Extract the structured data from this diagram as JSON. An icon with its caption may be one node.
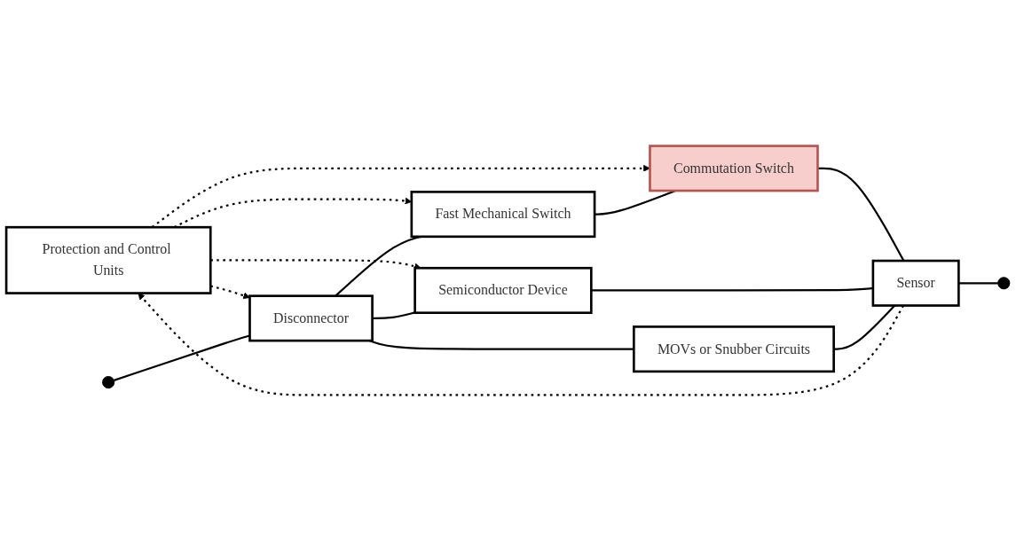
{
  "diagram": {
    "nodes": [
      {
        "text": [
          "Protection and Control Units"
        ]
      },
      {
        "text": [
          "Disconnector"
        ]
      },
      {
        "text": [
          "Fast Mechanical Switch"
        ]
      },
      {
        "text": [
          "Commutation Switch"
        ]
      },
      {
        "text": [
          "Sensor"
        ]
      },
      {
        "text": [
          "Semiconductor Device"
        ]
      },
      {
        "text": [
          "MOVs or Snubber Circuits"
        ]
      },
      {
        "text": [],
        "shape": "circle"
      },
      {
        "text": [],
        "shape": "circle"
      }
    ],
    "edges": [
      {
        "from": 0,
        "to": 1,
        "arrow": "to",
        "style": "dashed"
      },
      {
        "from": 0,
        "to": 2,
        "arrow": "to",
        "style": "dashed"
      },
      {
        "from": 0,
        "to": 3,
        "arrow": "to",
        "style": "dashed"
      },
      {
        "from": 0,
        "to": 5,
        "arrow": "to",
        "style": "dashed"
      },
      {
        "from": 4,
        "to": 0,
        "arrow": "to",
        "style": "dashed"
      },
      {
        "from": 7,
        "to": 1,
        "arrow": "none"
      },
      {
        "from": 1,
        "to": 2,
        "arrow": "none"
      },
      {
        "from": 2,
        "to": 3,
        "arrow": "none"
      },
      {
        "from": 3,
        "to": 4,
        "arrow": "none"
      },
      {
        "from": 4,
        "to": 8,
        "arrow": "none"
      },
      {
        "from": 1,
        "to": 5,
        "arrow": "none"
      },
      {
        "from": 5,
        "to": 4,
        "arrow": "none"
      },
      {
        "from": 1,
        "to": 6,
        "arrow": "none"
      },
      {
        "from": 6,
        "to": 4,
        "arrow": "none"
      }
    ]
  }
}
